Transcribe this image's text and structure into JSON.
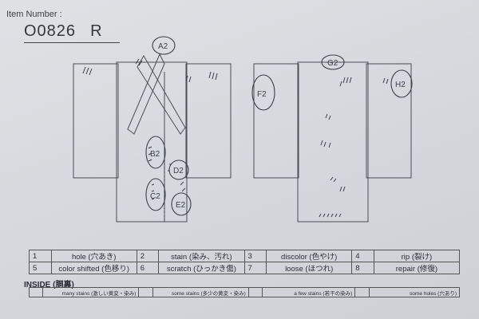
{
  "header": {
    "item_label": "Item Number :",
    "item_number": "O0826",
    "item_suffix": "R"
  },
  "front_marks": [
    "A2",
    "B2",
    "C2",
    "D2",
    "E2"
  ],
  "back_marks": [
    "G2",
    "F2",
    "H2"
  ],
  "legend": [
    [
      {
        "num": "1",
        "label": "hole (穴あき)"
      },
      {
        "num": "2",
        "label": "stain (染み、汚れ)"
      },
      {
        "num": "3",
        "label": "discolor (色やけ)"
      },
      {
        "num": "4",
        "label": "rip (裂け)"
      }
    ],
    [
      {
        "num": "5",
        "label": "color shifted (色移り)"
      },
      {
        "num": "6",
        "label": "scratch (ひっかき傷)"
      },
      {
        "num": "7",
        "label": "loose (ほつれ)"
      },
      {
        "num": "8",
        "label": "repair (修復)"
      }
    ]
  ],
  "inside": {
    "title": "INSIDE (胴裏)",
    "items": [
      "many stains (激しい黄変・染み)",
      "some stains (多少の黄変・染み)",
      "a few stains (若干の染み)",
      "some holes (穴あり)"
    ]
  },
  "colors": {
    "ink": "#2b2f35",
    "pen": "#3b3f49",
    "paper": "#d9dce0"
  }
}
